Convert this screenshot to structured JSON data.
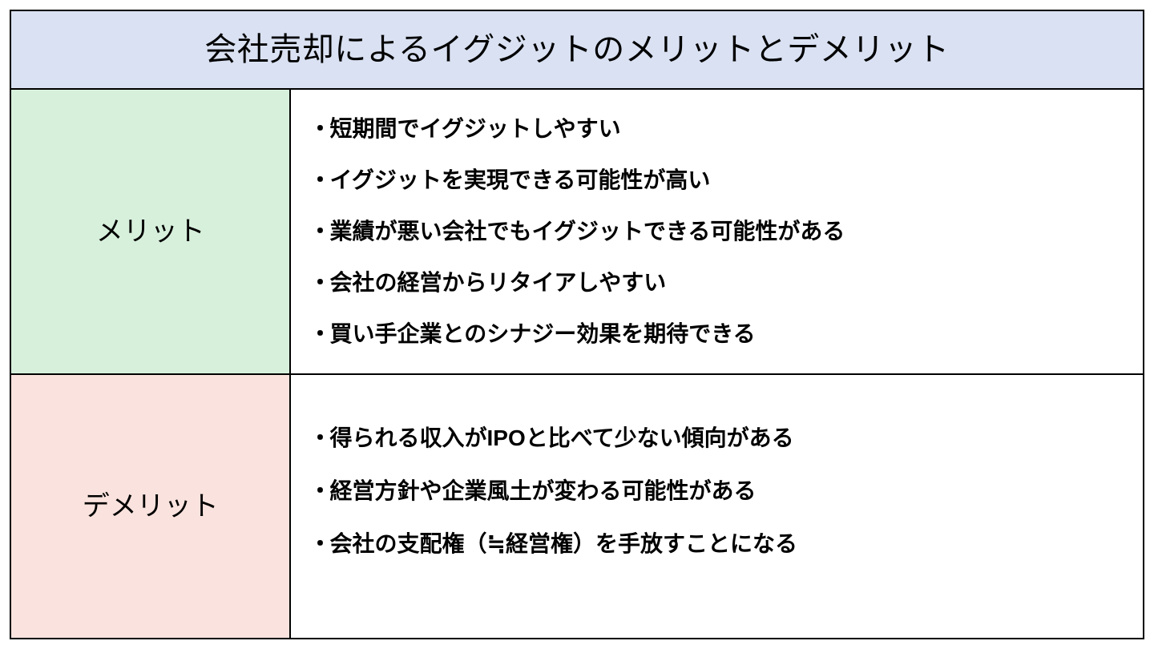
{
  "table": {
    "title": "会社売却によるイグジットのメリットとデメリット",
    "rows": [
      {
        "label": "メリット",
        "label_color": "#d7f0dc",
        "bullet_marker": "・",
        "items": [
          "短期間でイグジットしやすい",
          "イグジットを実現できる可能性が高い",
          "業績が悪い会社でもイグジットできる可能性がある",
          "会社の経営からリタイアしやすい",
          "買い手企業とのシナジー効果を期待できる"
        ]
      },
      {
        "label": "デメリット",
        "label_color": "#fae3de",
        "bullet_marker": "・",
        "items": [
          "得られる収入がIPOと比べて少ない傾向がある",
          "経営方針や企業風土が変わる可能性がある",
          "会社の支配権（≒経営権）を手放すことになる"
        ]
      }
    ],
    "colors": {
      "header_fill": "#d9e1f2",
      "merit_fill": "#d7f0dc",
      "demerit_fill": "#fae3de",
      "body_fill": "#ffffff",
      "border": "#000000",
      "text": "#000000"
    }
  }
}
